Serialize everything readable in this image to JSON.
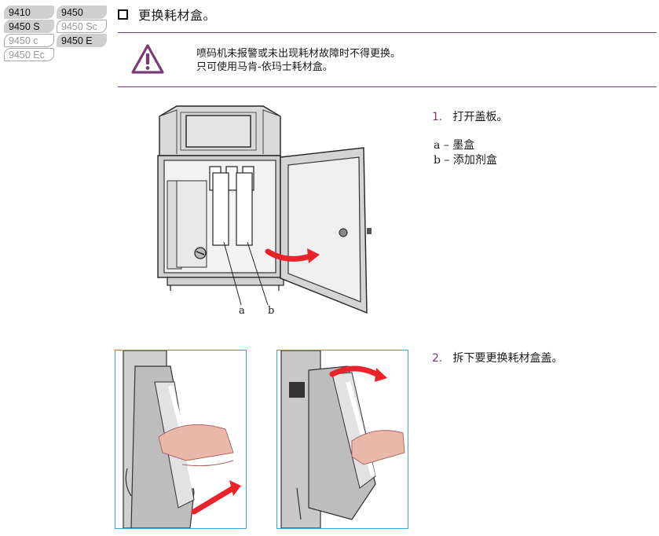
{
  "models": {
    "m9410": "9410",
    "m9450": "9450",
    "m9450s": "9450 S",
    "m9450sc": "9450 Sc",
    "m9450c": "9450 c",
    "m9450e": "9450 E",
    "m9450ec": "9450 Ec"
  },
  "section": {
    "title": "更换耗材盒。"
  },
  "warning": {
    "line1": "喷码机未报警或未出现耗材故障时不得更换。",
    "line2": "只可使用马肯-依玛士耗材盒。"
  },
  "steps": [
    {
      "num": "1.",
      "text": "打开盖板。"
    },
    {
      "num": "2.",
      "text": "拆下要更换耗材盒盖。"
    }
  ],
  "legend": {
    "a": "a – 墨盒",
    "b": "b – 添加剂盒"
  },
  "callouts": {
    "a": "a",
    "b": "b"
  },
  "colors": {
    "accent": "#7a3a78",
    "photo_border": "#3ba3dc",
    "arrow": "#e8242a"
  }
}
